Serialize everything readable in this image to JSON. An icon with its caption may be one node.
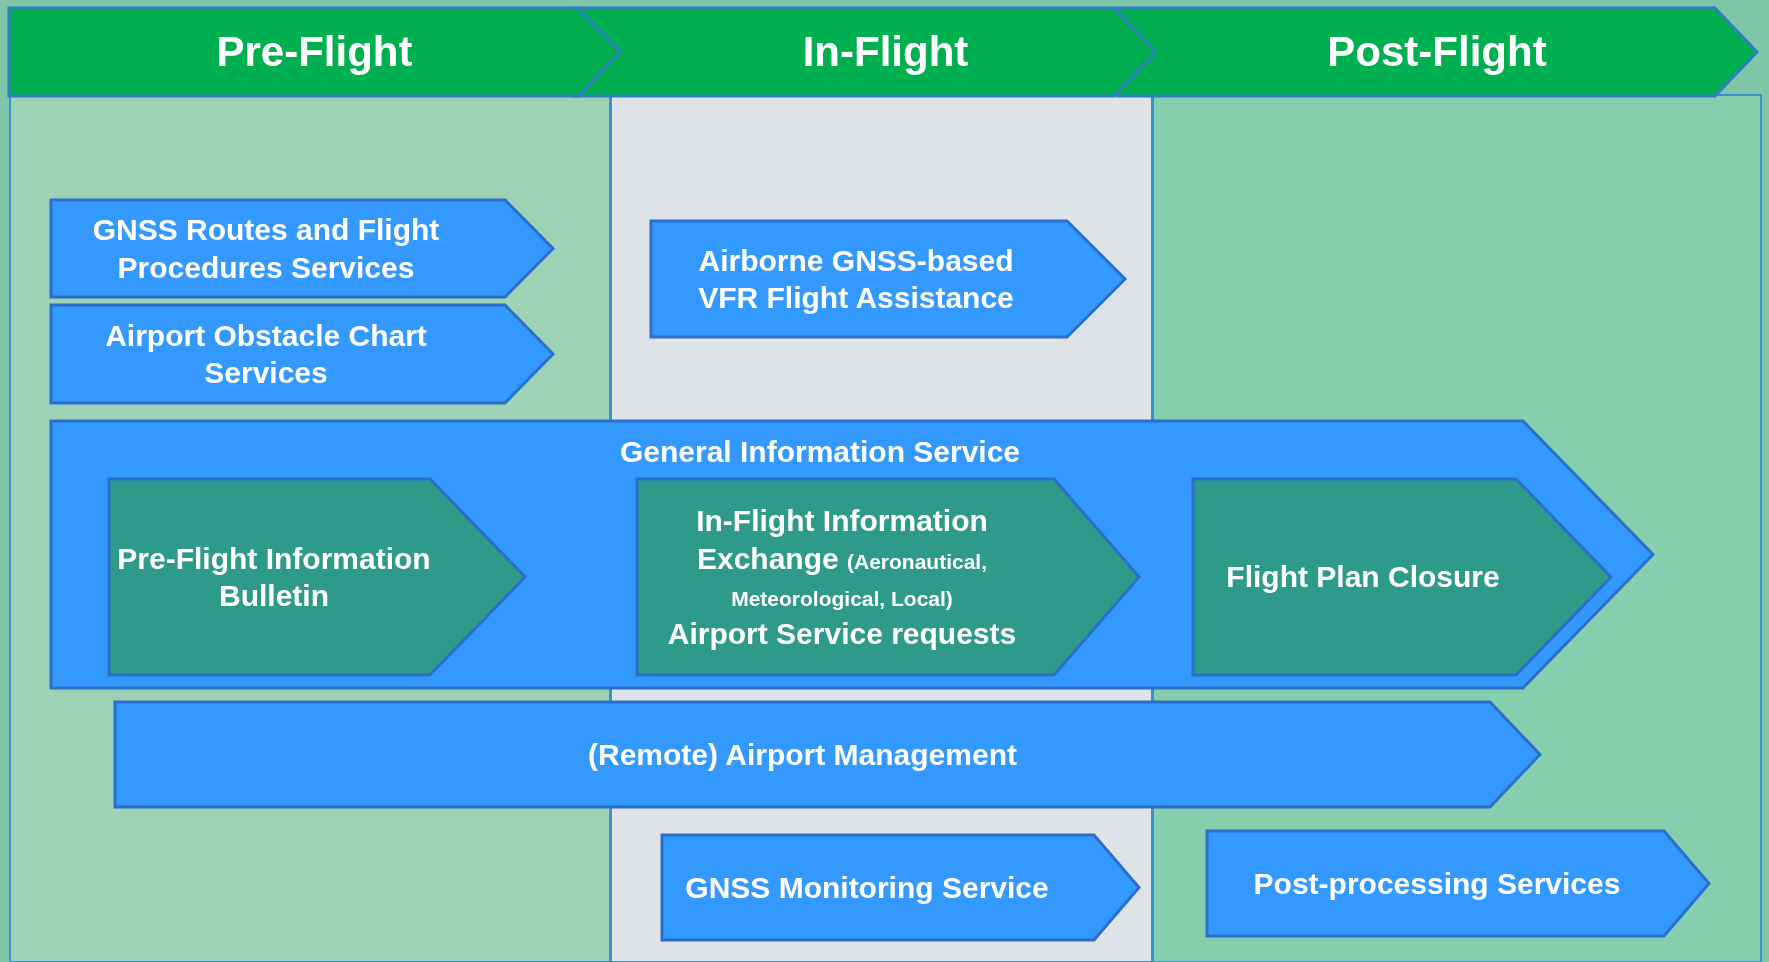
{
  "diagram": {
    "nodes": [
      {
        "text": [
          "Pre-Flight"
        ]
      },
      {
        "text": [
          "In-Flight"
        ]
      },
      {
        "text": [
          "Post-Flight"
        ]
      },
      {
        "text": [
          "GNSS Routes and Flight Procedures Services"
        ]
      },
      {
        "text": [
          "Airport Obstacle Chart Services"
        ]
      },
      {
        "text": [
          "Airborne GNSS-based VFR Flight Assistance"
        ]
      },
      {
        "text": [
          "General Information Service"
        ]
      },
      {
        "text": [
          "Pre-Flight Information Bulletin"
        ],
        "in": 6
      },
      {
        "text": [
          "In-Flight Information Exchange",
          "(Aeronautical, Meteorological, Local)",
          "Airport Service requests"
        ],
        "in": 6
      },
      {
        "text": [
          "Flight Plan Closure"
        ],
        "in": 6
      },
      {
        "text": [
          "(Remote) Airport Management"
        ]
      },
      {
        "text": [
          "GNSS Monitoring Service"
        ]
      },
      {
        "text": [
          "Post-processing Services"
        ]
      }
    ]
  }
}
